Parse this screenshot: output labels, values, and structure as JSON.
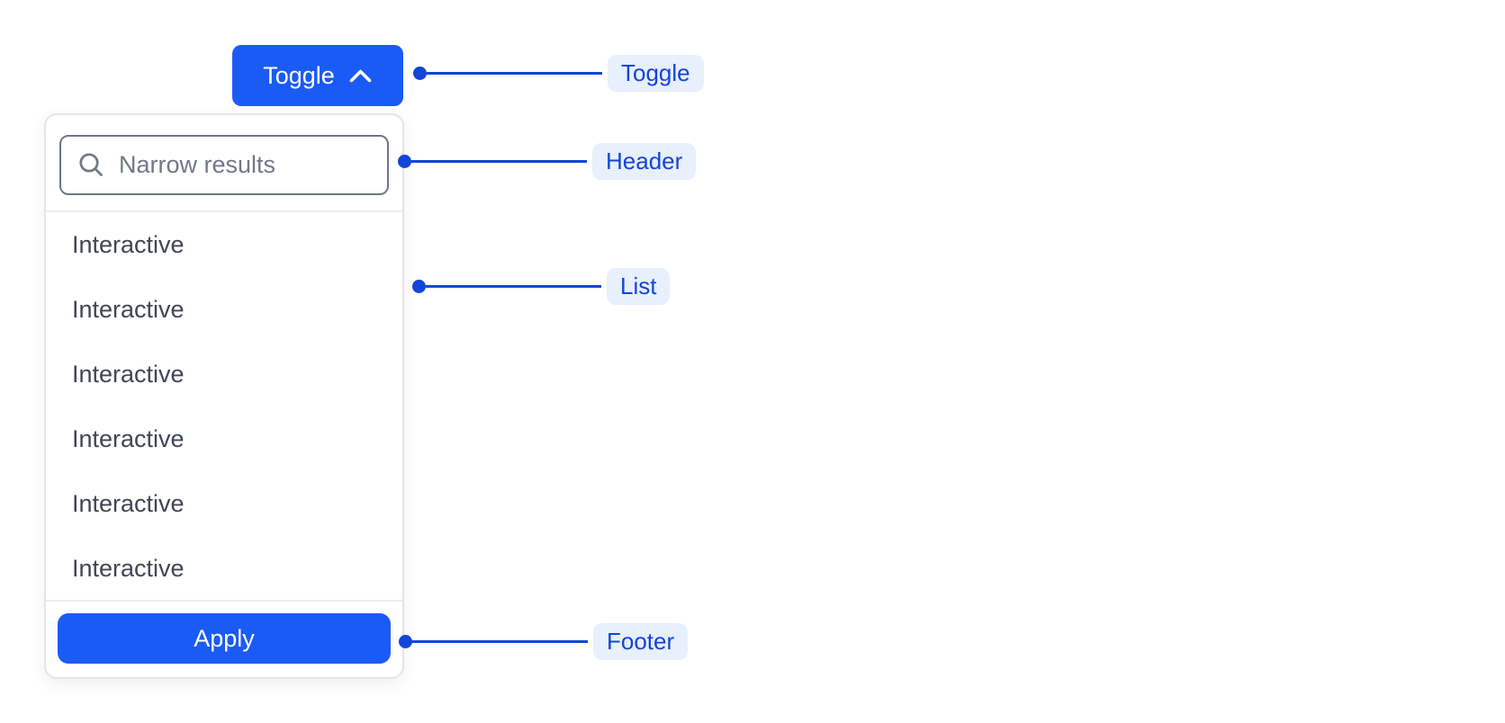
{
  "toggle_button": {
    "label": "Toggle"
  },
  "dropdown": {
    "search": {
      "placeholder": "Narrow results",
      "value": ""
    },
    "items": [
      {
        "label": "Interactive"
      },
      {
        "label": "Interactive"
      },
      {
        "label": "Interactive"
      },
      {
        "label": "Interactive"
      },
      {
        "label": "Interactive"
      },
      {
        "label": "Interactive"
      }
    ],
    "footer": {
      "apply_label": "Apply"
    }
  },
  "annotations": {
    "toggle": {
      "label": "Toggle"
    },
    "header": {
      "label": "Header"
    },
    "list": {
      "label": "List"
    },
    "footer": {
      "label": "Footer"
    }
  },
  "icons": {
    "search": "search-icon",
    "chevron": "chevron-up-icon"
  },
  "colors": {
    "primary_blue": "#1B5BF5",
    "annotation_blue": "#1245D8",
    "annotation_pill_bg": "#E8EFFD",
    "list_text": "#3F4654",
    "placeholder_gray": "#707888",
    "input_border_gray": "#6F7787",
    "panel_border_gray": "#E4E4E9",
    "divider_gray": "#ECECF0",
    "background": "#FFFFFF"
  }
}
